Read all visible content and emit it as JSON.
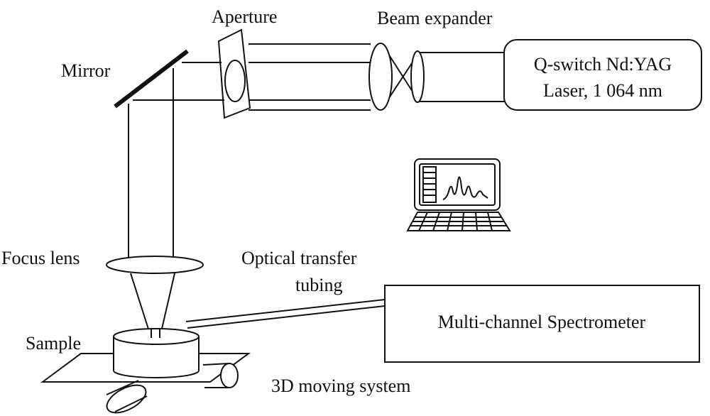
{
  "labels": {
    "aperture": "Aperture",
    "beam_expander": "Beam expander",
    "mirror": "Mirror",
    "laser_line1": "Q-switch Nd:YAG",
    "laser_line2": "Laser, 1 064 nm",
    "focus_lens": "Focus  lens",
    "optical_transfer_line1": "Optical transfer",
    "optical_transfer_line2": "tubing",
    "spectrometer": "Multi-channel Spectrometer",
    "sample": "Sample",
    "moving_system": "3D moving system"
  },
  "icons": {
    "computer": "laptop-with-spectrum-icon"
  },
  "colors": {
    "ink": "#111111",
    "background": "#ffffff"
  }
}
